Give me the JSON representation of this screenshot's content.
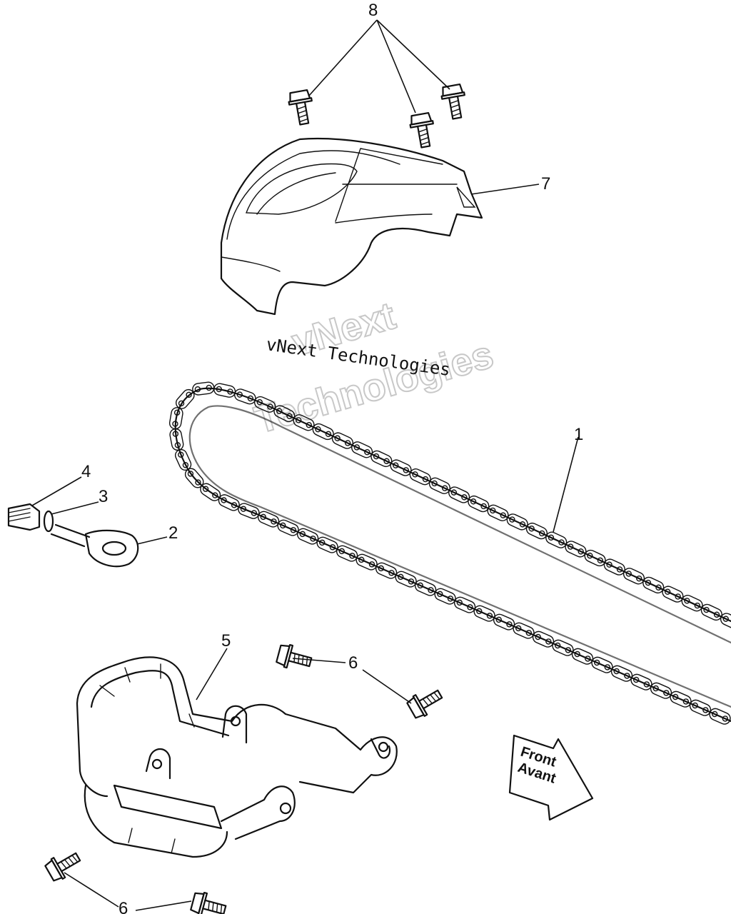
{
  "callouts": {
    "c1": "1",
    "c2": "2",
    "c3": "3",
    "c4": "4",
    "c5": "5",
    "c6a": "6",
    "c6b": "6",
    "c7": "7",
    "c8": "8"
  },
  "caption": "vNext Technologies",
  "watermark": {
    "line1": "vNext",
    "line2": "Technologies"
  },
  "direction_arrow": {
    "line1": "Front",
    "line2": "Avant"
  }
}
